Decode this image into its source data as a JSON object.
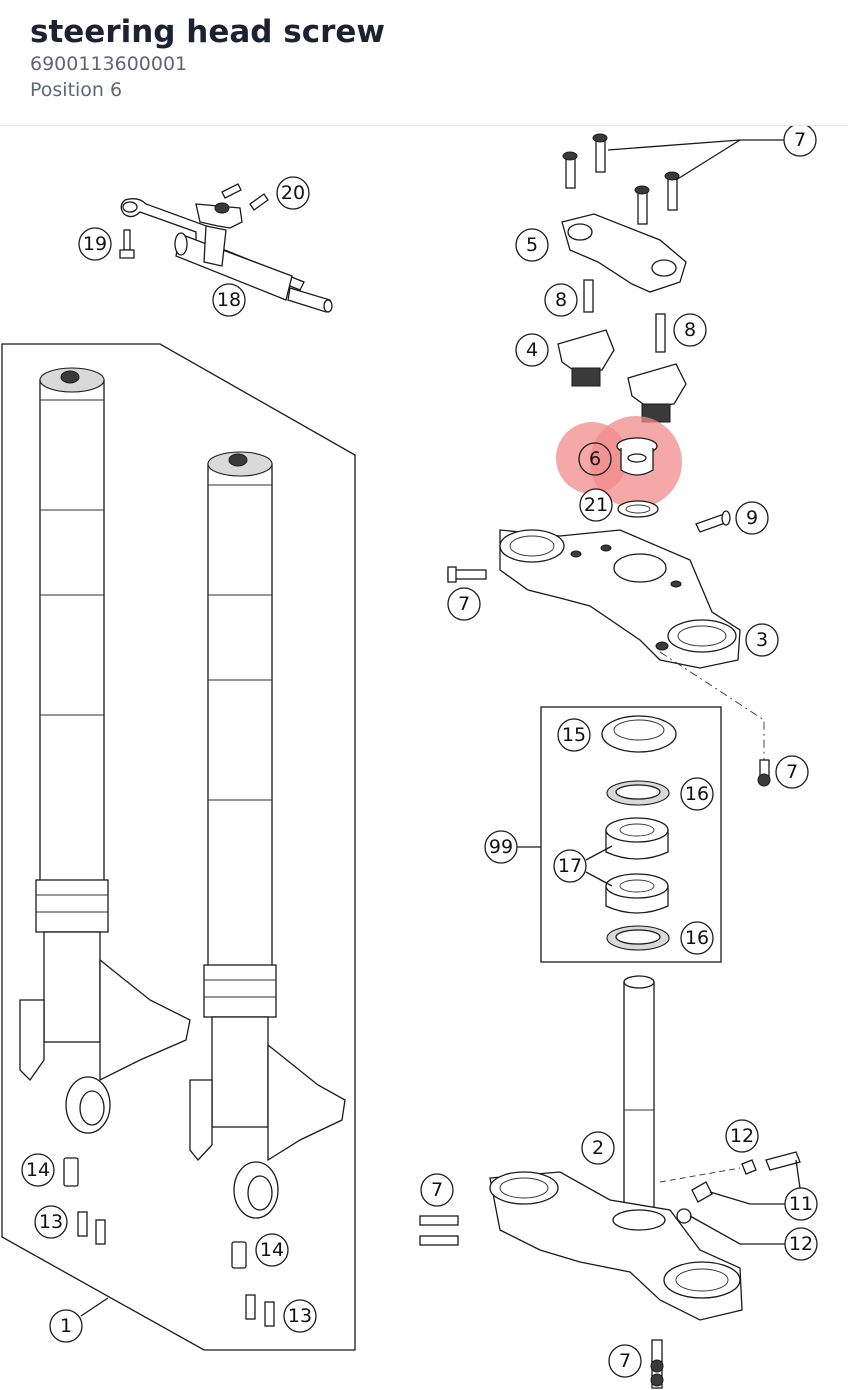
{
  "header": {
    "title": "steering head screw",
    "part_number": "6900113600001",
    "position": "Position 6"
  },
  "diagram": {
    "highlight_color": "#f28b8b",
    "highlighted_callout": "6",
    "callouts": {
      "c1": "1",
      "c2": "2",
      "c3": "3",
      "c4": "4",
      "c5": "5",
      "c6": "6",
      "c7a": "7",
      "c7b": "7",
      "c7c": "7",
      "c7d": "7",
      "c7e": "7",
      "c8a": "8",
      "c8b": "8",
      "c9": "9",
      "c11": "11",
      "c12a": "12",
      "c12b": "12",
      "c13a": "13",
      "c13b": "13",
      "c14a": "14",
      "c14b": "14",
      "c15": "15",
      "c16a": "16",
      "c16b": "16",
      "c17": "17",
      "c18": "18",
      "c19": "19",
      "c20": "20",
      "c21": "21",
      "c99": "99"
    }
  }
}
